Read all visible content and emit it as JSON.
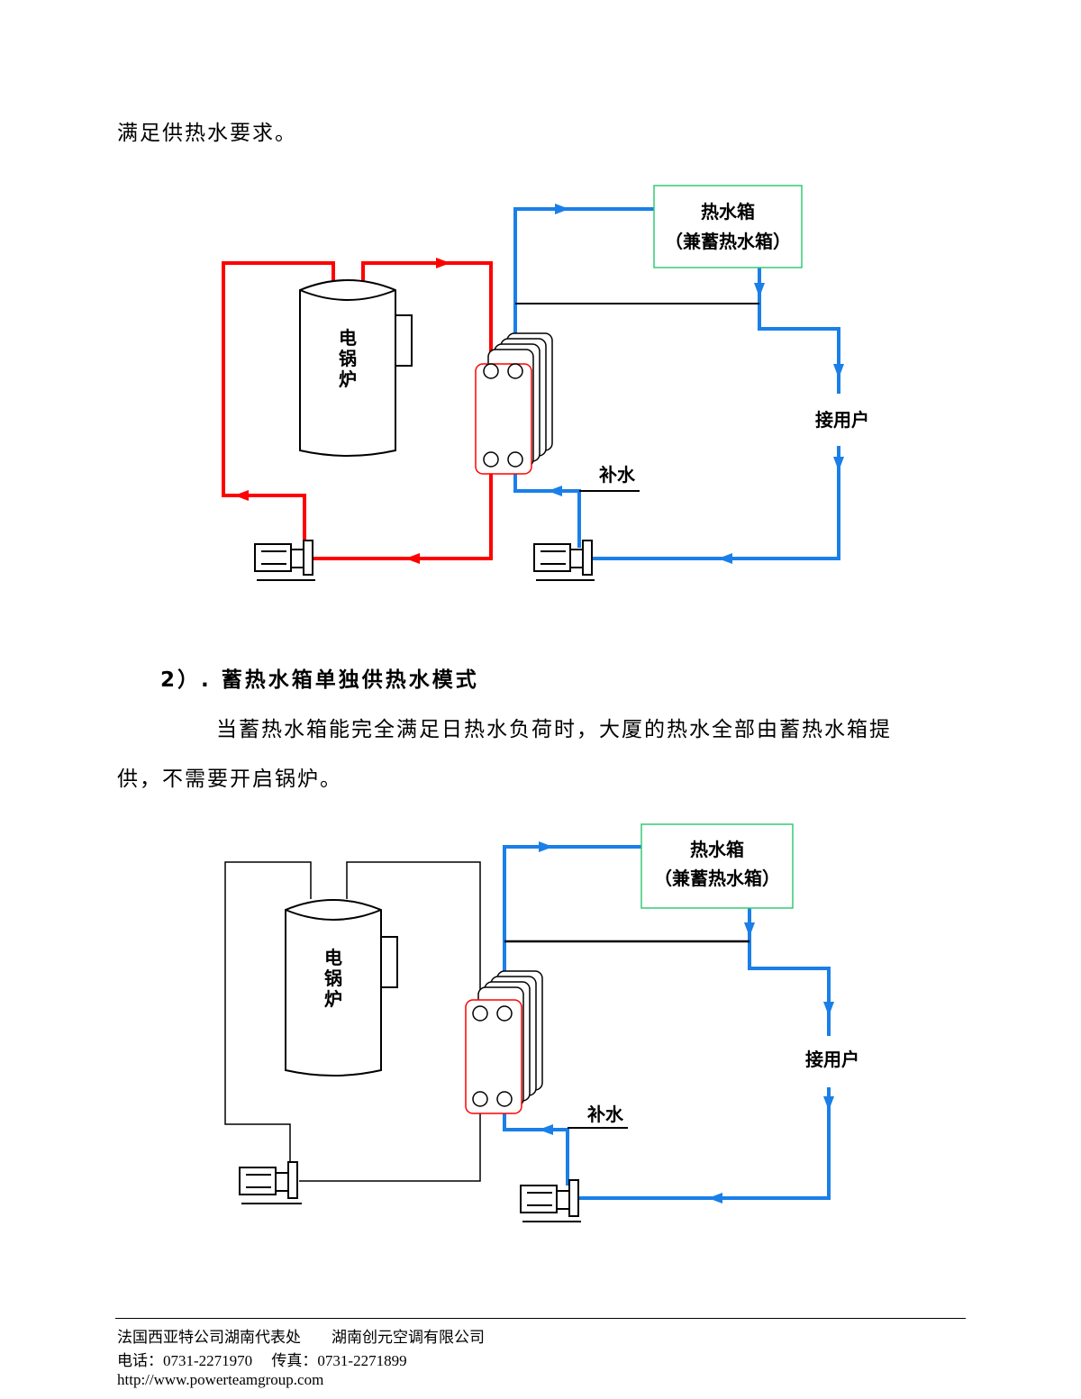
{
  "intro_line": "满足供热水要求。",
  "section": {
    "heading": "2）. 蓄热水箱单独供热水模式",
    "para_line1": "当蓄热水箱能完全满足日热水负荷时，大厦的热水全部由蓄热水箱提",
    "para_line2": "供，不需要开启锅炉。"
  },
  "diagram1": {
    "tank_line1": "热水箱",
    "tank_line2": "（兼蓄热水箱）",
    "boiler": [
      "电",
      "锅",
      "炉"
    ],
    "user": "接用户",
    "makeup": "补水"
  },
  "diagram2": {
    "tank_line1": "热水箱",
    "tank_line2": "（兼蓄热水箱）",
    "boiler": [
      "电",
      "锅",
      "炉"
    ],
    "user": "接用户",
    "makeup": "补水"
  },
  "colors": {
    "hot": "#ff0000",
    "cold": "#1a7fe8",
    "tank_border": "#33cc77"
  },
  "footer": {
    "company": "法国西亚特公司湖南代表处　　湖南创元空调有限公司",
    "phone": "电话：0731-2271970　 传真：0731-2271899",
    "url": "http://www.powerteamgroup.com"
  }
}
